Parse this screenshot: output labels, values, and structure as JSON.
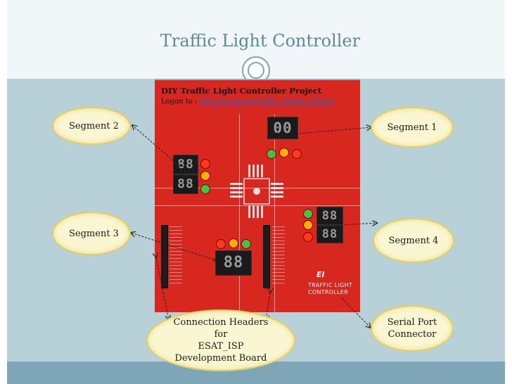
{
  "slide": {
    "title": "Traffic Light Controller"
  },
  "board": {
    "title": "DIY Traffic Light Controller Project",
    "logon_prefix": "Logon to : ",
    "logon_link": "http://on.fb.me/Traffic_shield_arduino",
    "segment1_display": "00",
    "segment2_display_top": "88",
    "segment2_display_bottom": "88",
    "segment3_display": "88",
    "segment4_display_top": "88",
    "segment4_display_bottom": "88",
    "brand_logo": "EI",
    "brand_text_line1": "TRAFFIC LIGHT",
    "brand_text_line2": "CONTROLLER"
  },
  "callouts": {
    "segment1": "Segment 1",
    "segment2": "Segment 2",
    "segment3": "Segment 3",
    "segment4": "Segment 4",
    "connection_headers": "Connection Headers\nfor\nESAT_ISP\nDevelopment Board",
    "serial_port": "Serial Port\nConnector"
  },
  "colors": {
    "title": "#5b8a9a",
    "band": "#b8d0d8",
    "board": "#d8271f",
    "callout_fill": "#fbf6d2",
    "callout_border": "#e2cf5e",
    "link": "#2a5fc4"
  }
}
